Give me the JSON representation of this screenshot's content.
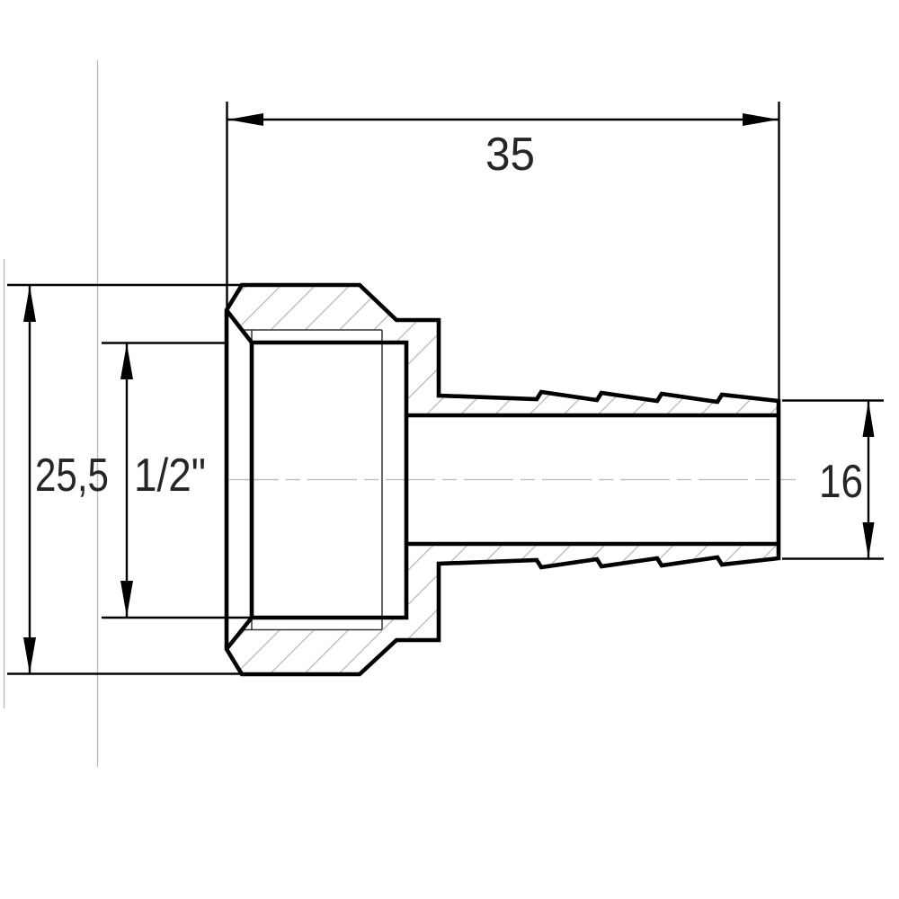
{
  "drawing": {
    "kind": "technical section drawing",
    "subject": "hose-barb adapter with internal thread"
  },
  "dimensions": {
    "overall_length": "35",
    "body_width": "25,5",
    "thread_size": "1/2\"",
    "barb_diameter": "16"
  },
  "colors": {
    "outline": "#000000",
    "thin_line": "#333333",
    "hatch": "#b5b5b5",
    "construction": "#b9b9b9",
    "text": "#262626",
    "background": "#ffffff"
  }
}
